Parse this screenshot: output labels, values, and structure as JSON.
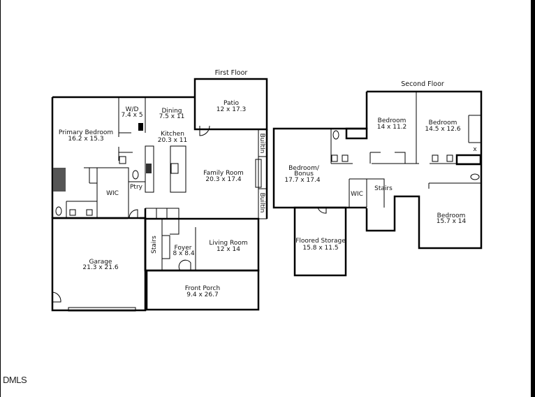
{
  "watermark": "DMLS",
  "first_floor": {
    "title": "First Floor",
    "rooms": {
      "patio": {
        "name": "Patio",
        "dims": "12 x 17.3"
      },
      "wd": {
        "name": "W/D",
        "dims": "7.4 x 5"
      },
      "dining": {
        "name": "Dining",
        "dims": "7.5 x 11"
      },
      "primary_bedroom": {
        "name": "Primary Bedroom",
        "dims": "16.2 x 15.3"
      },
      "kitchen": {
        "name": "Kitchen",
        "dims": "20.3 x 11"
      },
      "family_room": {
        "name": "Family Room",
        "dims": "20.3 x 17.4"
      },
      "wic": {
        "name": "WIC"
      },
      "pantry": {
        "name": "Ptry"
      },
      "builtin_top": {
        "name": "BuiltIn"
      },
      "builtin_bottom": {
        "name": "BuiltIn"
      },
      "stairs": {
        "name": "Stairs"
      },
      "foyer": {
        "name": "Foyer",
        "dims": "8 x 8.4"
      },
      "living_room": {
        "name": "Living Room",
        "dims": "12 x 14"
      },
      "garage": {
        "name": "Garage",
        "dims": "21.3 x 21.6"
      },
      "front_porch": {
        "name": "Front Porch",
        "dims": "9.4 x 26.7"
      }
    }
  },
  "second_floor": {
    "title": "Second Floor",
    "rooms": {
      "bedroom_1": {
        "name": "Bedroom",
        "dims": "14 x 11.2"
      },
      "bedroom_2": {
        "name": "Bedroom",
        "dims": "14.5 x 12.6"
      },
      "bonus": {
        "name_line1": "Bedroom/",
        "name_line2": "Bonus",
        "dims": "17.7 x 17.4"
      },
      "wic": {
        "name": "WIC"
      },
      "stairs": {
        "name": "Stairs"
      },
      "bedroom_3": {
        "name": "Bedroom",
        "dims": "15.7 x 14"
      },
      "floored_storage": {
        "name": "Floored Storage",
        "dims": "15.8 x 11.5"
      },
      "closet_mark": {
        "name": "x"
      }
    }
  }
}
